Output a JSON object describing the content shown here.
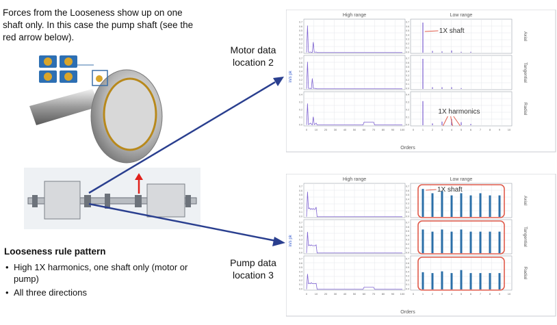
{
  "intro_text": "Forces from the Looseness show up on one shaft only.  In this case the pump shaft (see the red arrow below).",
  "motor_label": "Motor data location 2",
  "pump_label": "Pump data location 3",
  "rule": {
    "title": "Looseness rule pattern",
    "bullets": [
      "High 1X harmonics, one shaft only (motor or pump)",
      "All three directions"
    ]
  },
  "panels": {
    "col_high": "High range",
    "col_low": "Low range",
    "rows": [
      "Axial",
      "Tangential",
      "Radial"
    ],
    "x_axis_label": "Orders",
    "y_axis_label": "in/s pk",
    "x_ticks_high": [
      "0",
      "10",
      "20",
      "30",
      "40",
      "50",
      "60",
      "70",
      "80",
      "90",
      "100"
    ],
    "x_ticks_low": [
      "0",
      "1",
      "2",
      "3",
      "4",
      "5",
      "6",
      "7",
      "8",
      "9",
      "10"
    ],
    "y_ticks": [
      "0.7",
      "0.6",
      "0.5",
      "0.4",
      "0.3",
      "0.2",
      "0.1",
      "0.0"
    ]
  },
  "annotations": {
    "motor_1x": "1X shaft",
    "motor_harmonics": "1X harmonics",
    "pump_1x": "1X shaft"
  },
  "colors": {
    "spectrum_line": "#7b5fd0",
    "harmonic_bar": "#2b6fa8",
    "highlight_box": "#e05a4a",
    "arrow_blue": "#2a3f8f",
    "arrow_red": "#e0201a"
  },
  "chart_data": [
    {
      "type": "bar",
      "title": "Motor data location 2",
      "xlabel": "Orders",
      "ylabel": "in/s pk",
      "series": [
        {
          "name": "Axial",
          "x": [
            1,
            2,
            3,
            4,
            5,
            6
          ],
          "values": [
            0.7,
            0.04,
            0.03,
            0.05,
            0.02,
            0.02
          ]
        },
        {
          "name": "Tangential",
          "x": [
            1,
            2,
            3,
            4,
            5
          ],
          "values": [
            0.7,
            0.04,
            0.04,
            0.04,
            0.02
          ]
        },
        {
          "name": "Radial",
          "x": [
            1,
            2,
            3,
            4,
            5,
            6
          ],
          "values": [
            0.4,
            0.03,
            0.06,
            0.1,
            0.05,
            0.02
          ]
        }
      ]
    },
    {
      "type": "bar",
      "title": "Pump data location 3",
      "xlabel": "Orders",
      "ylabel": "in/s pk",
      "series": [
        {
          "name": "Axial",
          "x": [
            1,
            2,
            3,
            4,
            5,
            6,
            7,
            8,
            9
          ],
          "values": [
            0.65,
            0.55,
            0.6,
            0.5,
            0.55,
            0.5,
            0.55,
            0.5,
            0.5
          ]
        },
        {
          "name": "Tangential",
          "x": [
            1,
            2,
            3,
            4,
            5,
            6,
            7,
            8,
            9
          ],
          "values": [
            0.55,
            0.5,
            0.55,
            0.5,
            0.55,
            0.5,
            0.5,
            0.5,
            0.5
          ]
        },
        {
          "name": "Radial",
          "x": [
            1,
            2,
            3,
            4,
            5,
            6,
            7,
            8,
            9
          ],
          "values": [
            0.4,
            0.38,
            0.42,
            0.38,
            0.45,
            0.38,
            0.38,
            0.38,
            0.38
          ]
        }
      ]
    }
  ]
}
